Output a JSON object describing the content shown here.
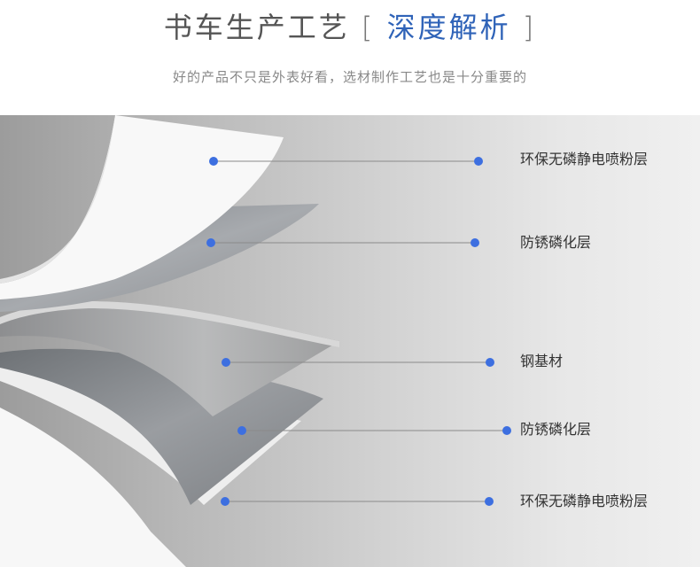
{
  "header": {
    "title_main": "书车生产工艺",
    "bracket_open": "[",
    "title_accent": "深度解析",
    "bracket_close": "]",
    "subtitle": "好的产品不只是外表好看，选材制作工艺也是十分重要的"
  },
  "layers": [
    {
      "label": "环保无磷静电喷粉层"
    },
    {
      "label": "防锈磷化层"
    },
    {
      "label": "钢基材"
    },
    {
      "label": "防锈磷化层"
    },
    {
      "label": "环保无磷静电喷粉层"
    }
  ],
  "colors": {
    "accent": "#2f63b8",
    "marker": "#3d6fe0",
    "leader_line": "#8a8a8a"
  }
}
